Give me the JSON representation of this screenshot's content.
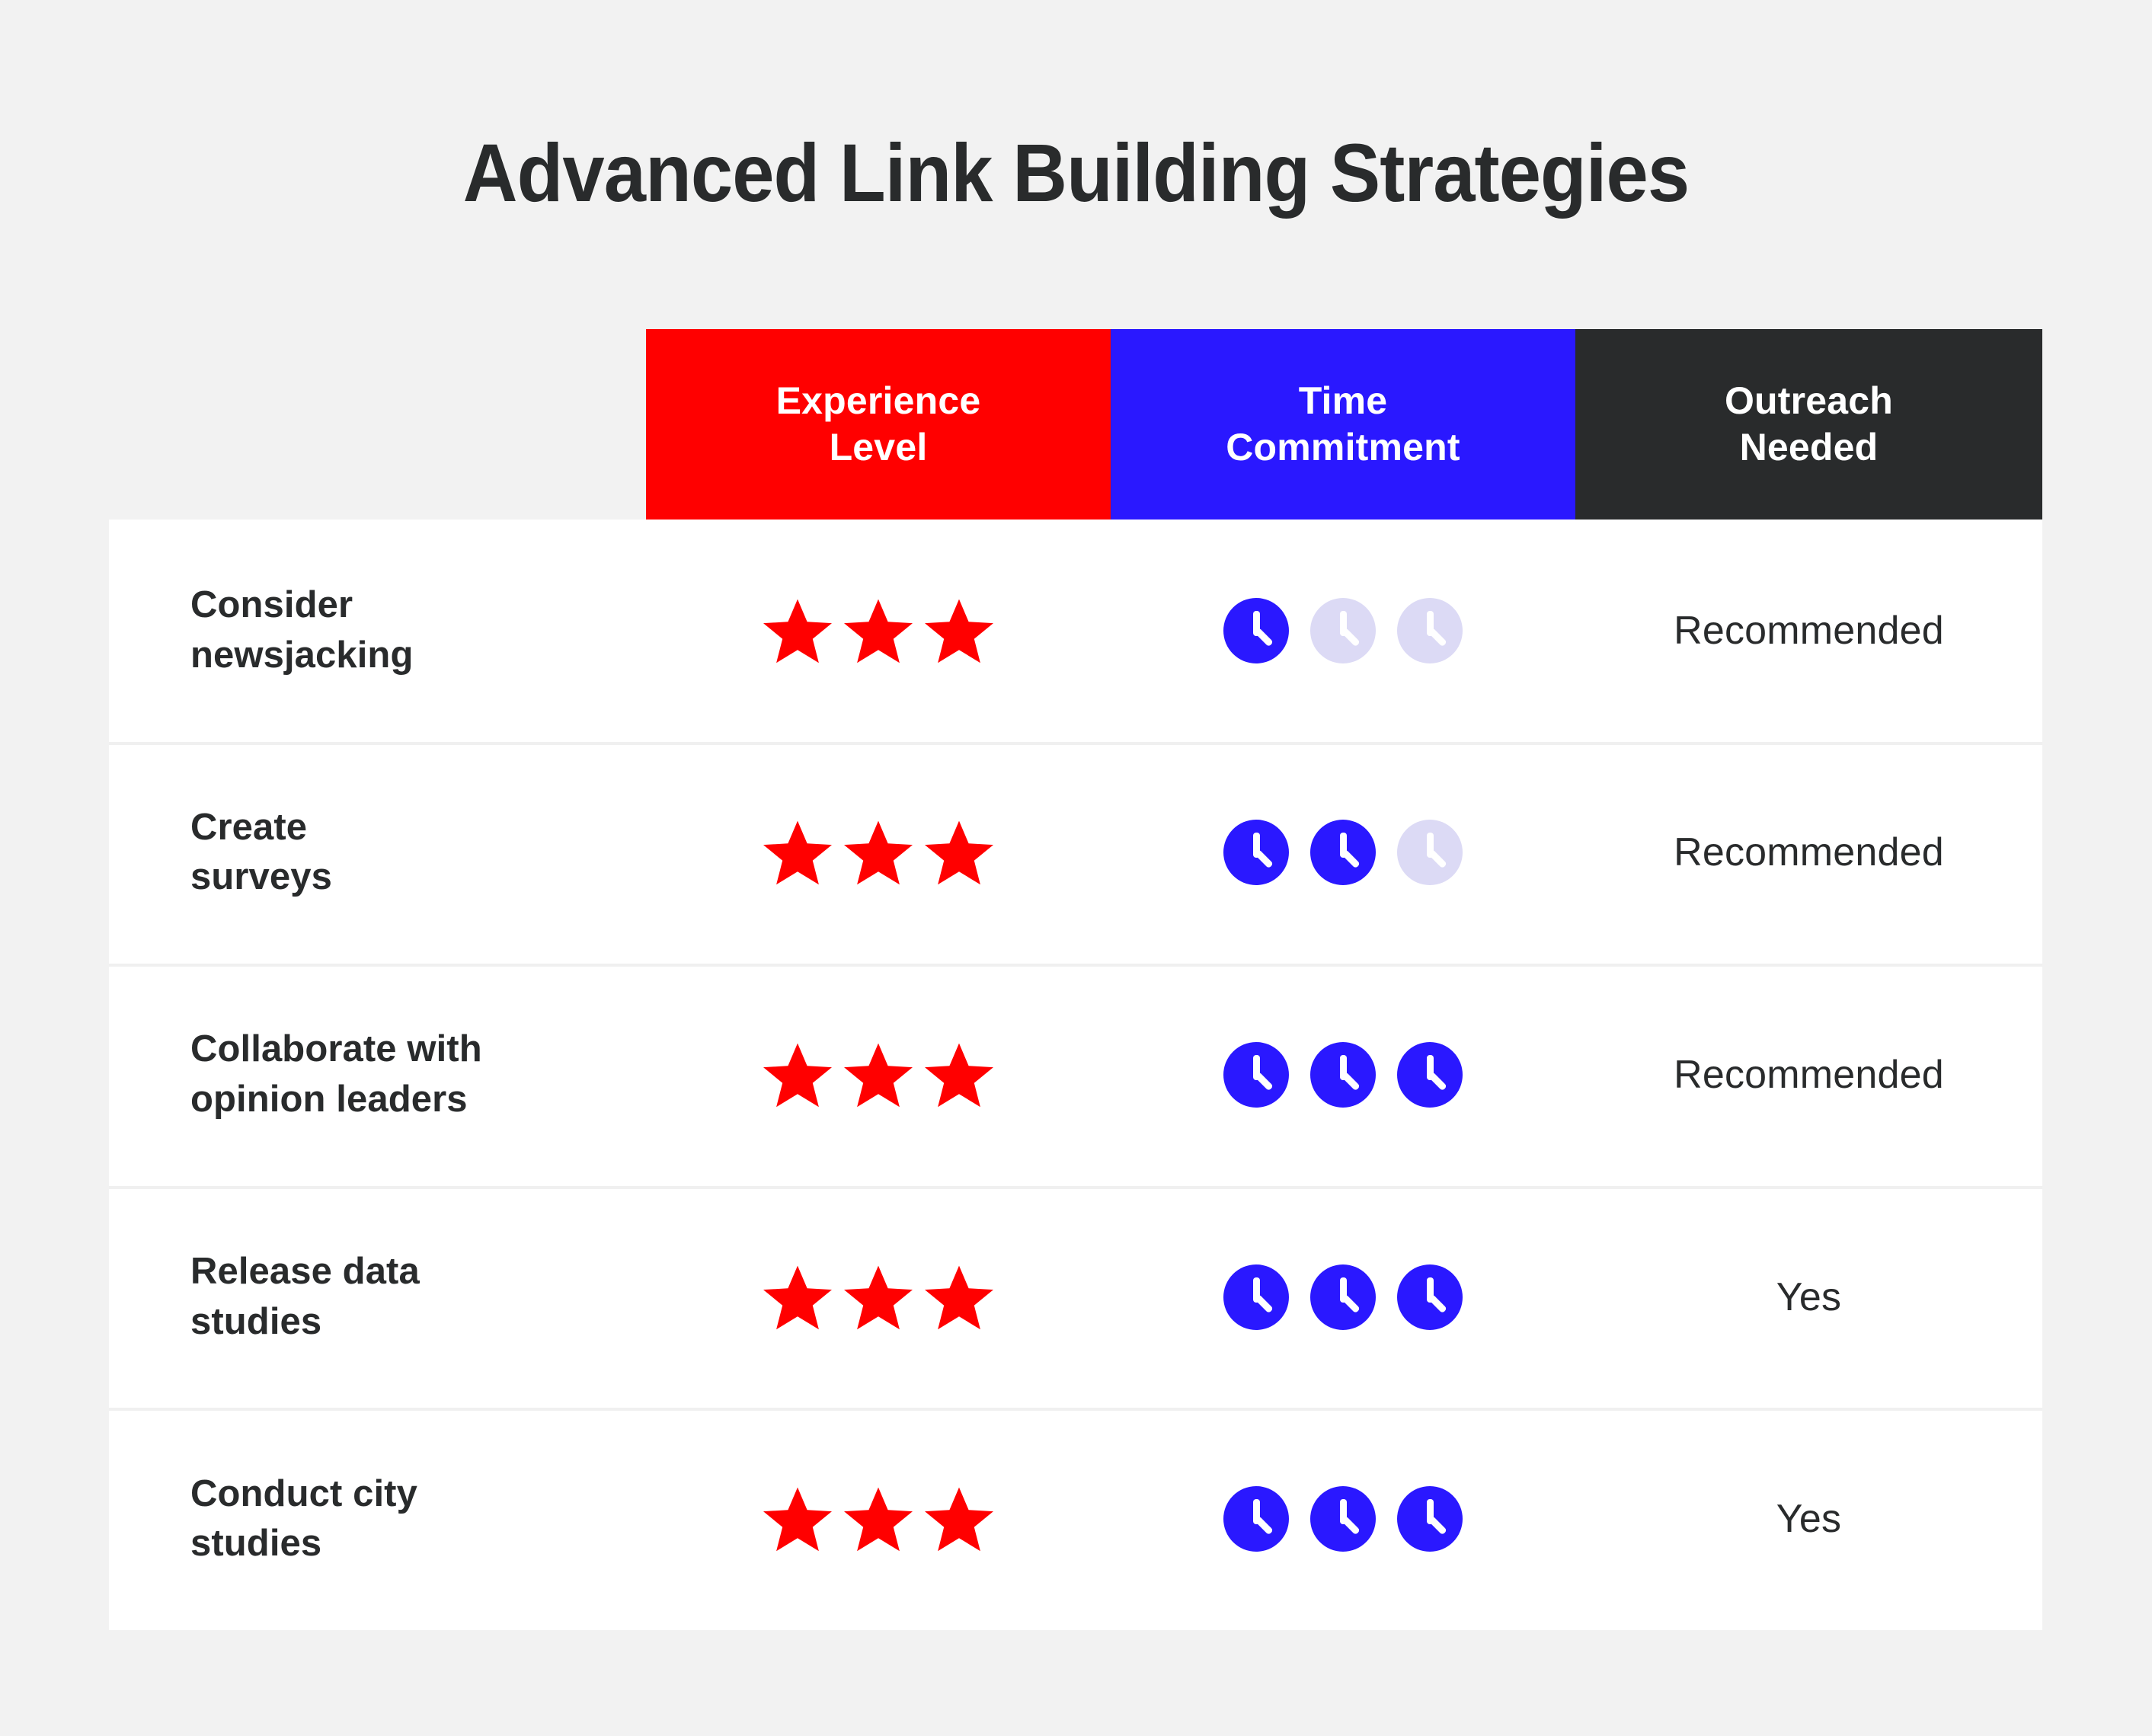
{
  "page": {
    "title": "Advanced Link Building Strategies",
    "background_color": "#f2f2f2",
    "text_color": "#292b2c"
  },
  "colors": {
    "experience_header": "#ff0000",
    "time_header": "#2a18ff",
    "outreach_header": "#292b2c",
    "star_filled": "#ff0000",
    "clock_filled": "#2a18ff",
    "clock_empty": "#dcdaf5",
    "row_divider": "#f0f0f0",
    "table_surface": "#ffffff"
  },
  "table": {
    "columns": [
      {
        "key": "strategy",
        "label": "",
        "header_color": "transparent"
      },
      {
        "key": "experience",
        "label_line1": "Experience",
        "label_line2": "Level",
        "header_color": "#ff0000"
      },
      {
        "key": "time",
        "label_line1": "Time",
        "label_line2": "Commitment",
        "header_color": "#2a18ff"
      },
      {
        "key": "outreach",
        "label_line1": "Outreach",
        "label_line2": "Needed",
        "header_color": "#292b2c"
      }
    ],
    "rows": [
      {
        "strategy_line1": "Consider",
        "strategy_line2": "newsjacking",
        "experience_level": 3,
        "experience_max": 3,
        "time_commitment": 1,
        "time_max": 3,
        "outreach_needed": "Recommended"
      },
      {
        "strategy_line1": "Create",
        "strategy_line2": "surveys",
        "experience_level": 3,
        "experience_max": 3,
        "time_commitment": 2,
        "time_max": 3,
        "outreach_needed": "Recommended"
      },
      {
        "strategy_line1": "Collaborate with",
        "strategy_line2": "opinion leaders",
        "experience_level": 3,
        "experience_max": 3,
        "time_commitment": 3,
        "time_max": 3,
        "outreach_needed": "Recommended"
      },
      {
        "strategy_line1": "Release data",
        "strategy_line2": "studies",
        "experience_level": 3,
        "experience_max": 3,
        "time_commitment": 3,
        "time_max": 3,
        "outreach_needed": "Yes"
      },
      {
        "strategy_line1": "Conduct city",
        "strategy_line2": "studies",
        "experience_level": 3,
        "experience_max": 3,
        "time_commitment": 3,
        "time_max": 3,
        "outreach_needed": "Yes"
      }
    ]
  },
  "icons": {
    "star": "star-icon",
    "clock": "clock-icon"
  }
}
